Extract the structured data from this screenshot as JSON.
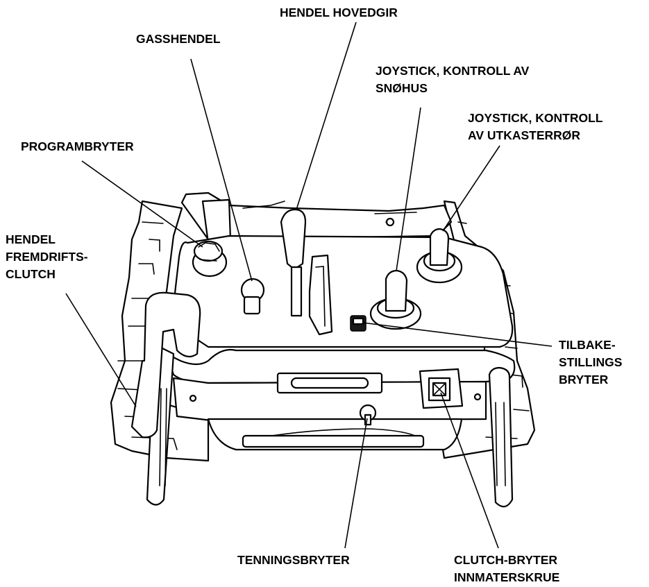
{
  "labels": {
    "hendel_hovedgir": [
      "HENDEL HOVEDGIR"
    ],
    "gasshendel": [
      "GASSHENDEL"
    ],
    "joystick_snohus": [
      "JOYSTICK, KONTROLL AV",
      "SNØHUS"
    ],
    "joystick_utkasterror": [
      "JOYSTICK, KONTROLL",
      "AV UTKASTERRØR"
    ],
    "programbryter": [
      "PROGRAMBRYTER"
    ],
    "hendel_fremdriftsclutch": [
      "HENDEL",
      "FREMDRIFTS-",
      "CLUTCH"
    ],
    "tilbakestillingsbryter": [
      "TILBAKE-",
      "STILLINGS",
      "BRYTER"
    ],
    "tenningsbryter": [
      "TENNINGSBRYTER"
    ],
    "clutch_bryter": [
      "CLUTCH-BRYTER",
      "INNMATERSKRUE"
    ]
  },
  "colors": {
    "ink": "#000000",
    "paper": "#ffffff"
  }
}
